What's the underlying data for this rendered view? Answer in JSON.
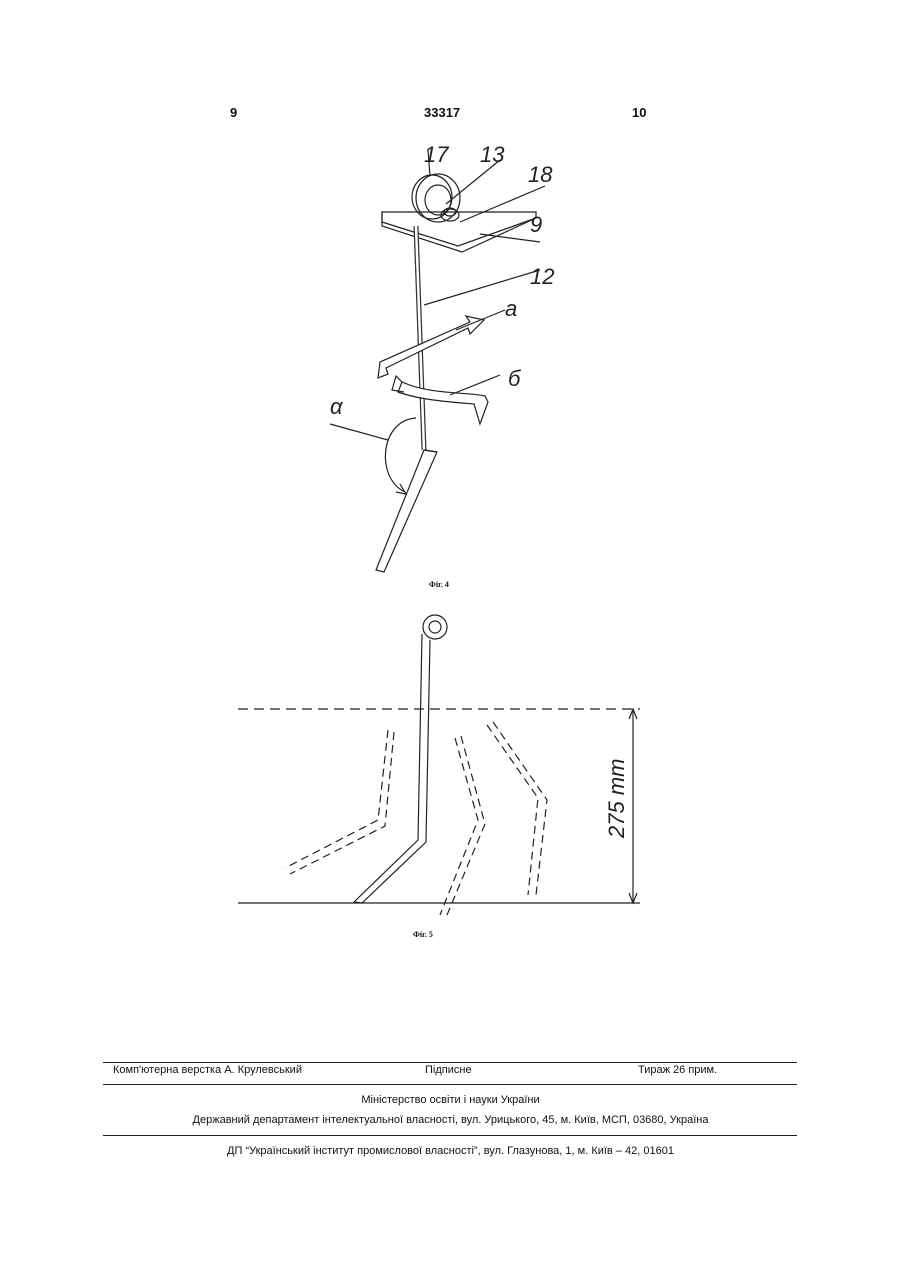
{
  "header": {
    "page_left": "9",
    "patent_number": "33317",
    "page_right": "10"
  },
  "figures": {
    "fig4": {
      "caption": "Фіг. 4",
      "labels": {
        "l17": "17",
        "l13": "13",
        "l18": "18",
        "l9": "9",
        "l12": "12",
        "la": "a",
        "lb": "б",
        "lalpha": "α"
      }
    },
    "fig5": {
      "caption": "Фіг. 5",
      "dimension": "275 mm"
    }
  },
  "footer": {
    "layout": "Комп'ютерна верстка А. Крулевський",
    "signed": "Підписне",
    "circulation": "Тираж 26 прим.",
    "ministry": "Міністерство освіти і науки України",
    "department": "Державний департамент інтелектуальної власності, вул. Урицького, 45, м. Київ, МСП, 03680, Україна",
    "institute": "ДП “Український інститут промислової власності”, вул. Глазунова, 1, м. Київ – 42, 01601"
  }
}
